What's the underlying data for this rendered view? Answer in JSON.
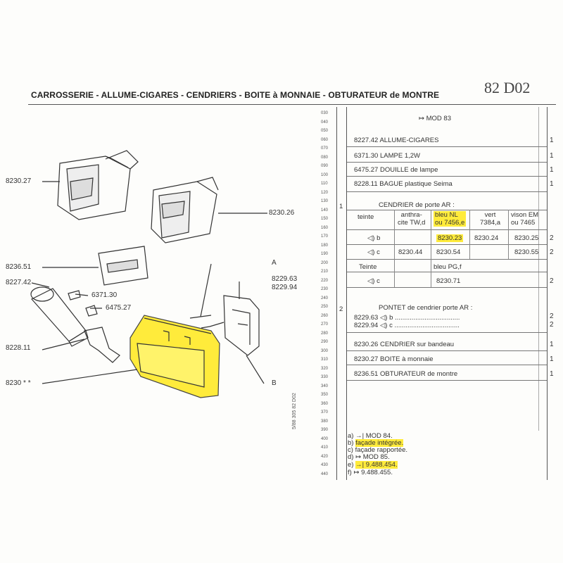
{
  "page": {
    "title": "CARROSSERIE - ALLUME-CIGARES - CENDRIERS - BOITE à MONNAIE - OBTURATEUR de MONTRE",
    "ref": "82  D02",
    "side_ref": "5/88  305 82 D02"
  },
  "diagram": {
    "part_labels": [
      {
        "key": "p1",
        "text": "8230.27"
      },
      {
        "key": "p2",
        "text": "8230.26"
      },
      {
        "key": "p3",
        "text": "8236.51"
      },
      {
        "key": "p4",
        "text": "8227.42"
      },
      {
        "key": "p5",
        "text": "6371.30"
      },
      {
        "key": "p6",
        "text": "6475.27"
      },
      {
        "key": "p7",
        "text": "8228.11"
      },
      {
        "key": "p8",
        "text": "8230 * *"
      },
      {
        "key": "p9",
        "text": "A"
      },
      {
        "key": "p10",
        "text": "8229.63"
      },
      {
        "key": "p11",
        "text": "8229.94"
      },
      {
        "key": "p12",
        "text": "B"
      }
    ]
  },
  "line_numbers": [
    "030",
    "040",
    "050",
    "060",
    "070",
    "080",
    "090",
    "100",
    "110",
    "120",
    "130",
    "140",
    "150",
    "160",
    "170",
    "180",
    "190",
    "200",
    "210",
    "220",
    "230",
    "240",
    "250",
    "260",
    "270",
    "280",
    "290",
    "300",
    "310",
    "320",
    "330",
    "340",
    "350",
    "360",
    "370",
    "380",
    "390",
    "400",
    "410",
    "420",
    "430",
    "440"
  ],
  "parts_list": {
    "mod_header": "MOD 83",
    "items": [
      {
        "ref": "8227.42",
        "desc": "ALLUME-CIGARES",
        "qty": "1"
      },
      {
        "ref": "6371.30",
        "desc": "LAMPE 1,2W",
        "qty": "1"
      },
      {
        "ref": "6475.27",
        "desc": "DOUILLE de lampe",
        "qty": "1"
      },
      {
        "ref": "8228.11",
        "desc": "BAGUE plastique Seima",
        "qty": "1"
      }
    ],
    "group1_num": "1",
    "cendrier_title": "CENDRIER de porte  AR  :",
    "color_table": {
      "teinte": "teinte",
      "headers": [
        [
          "anthra-",
          "cite TW,d"
        ],
        [
          "bleu NL",
          "ou 7456,e"
        ],
        [
          "vert",
          "7384,a"
        ],
        [
          "vison EM",
          "ou 7465"
        ]
      ],
      "rows": [
        {
          "var": "b",
          "cells": [
            "",
            "8230.23",
            "8230.24",
            "8230.25"
          ],
          "qty": "2"
        },
        {
          "var": "c",
          "cells": [
            "8230.44",
            "8230.54",
            "",
            "8230.55"
          ],
          "qty": "2"
        }
      ],
      "teinte2": "Teinte",
      "pg_header": "bleu PG,f",
      "pg_row": {
        "var": "c",
        "cell": "8230.71",
        "qty": "2"
      }
    },
    "group2_num": "2",
    "pontet_title": "PONTET de cendrier porte  AR  :",
    "pontet_rows": [
      {
        "ref": "8229.63",
        "var": "b",
        "qty": "2"
      },
      {
        "ref": "8229.94",
        "var": "c",
        "qty": "2"
      }
    ],
    "items2": [
      {
        "ref": "8230.26",
        "desc": "CENDRIER sur bandeau",
        "qty": "1"
      },
      {
        "ref": "8230.27",
        "desc": "BOITE à monnaie",
        "qty": "1"
      },
      {
        "ref": "8236.51",
        "desc": "OBTURATEUR de montre",
        "qty": "1"
      }
    ]
  },
  "footnotes": [
    {
      "key": "a)",
      "text": "MOD 84."
    },
    {
      "key": "b)",
      "text": "façade intégrée."
    },
    {
      "key": "c)",
      "text": "façade rapportée."
    },
    {
      "key": "d)",
      "text": "MOD 85."
    },
    {
      "key": "e)",
      "text": "9.488.454."
    },
    {
      "key": "f)",
      "text": "9.488.455."
    }
  ],
  "colors": {
    "highlight": "#ffeb3b",
    "ink": "#333333"
  }
}
